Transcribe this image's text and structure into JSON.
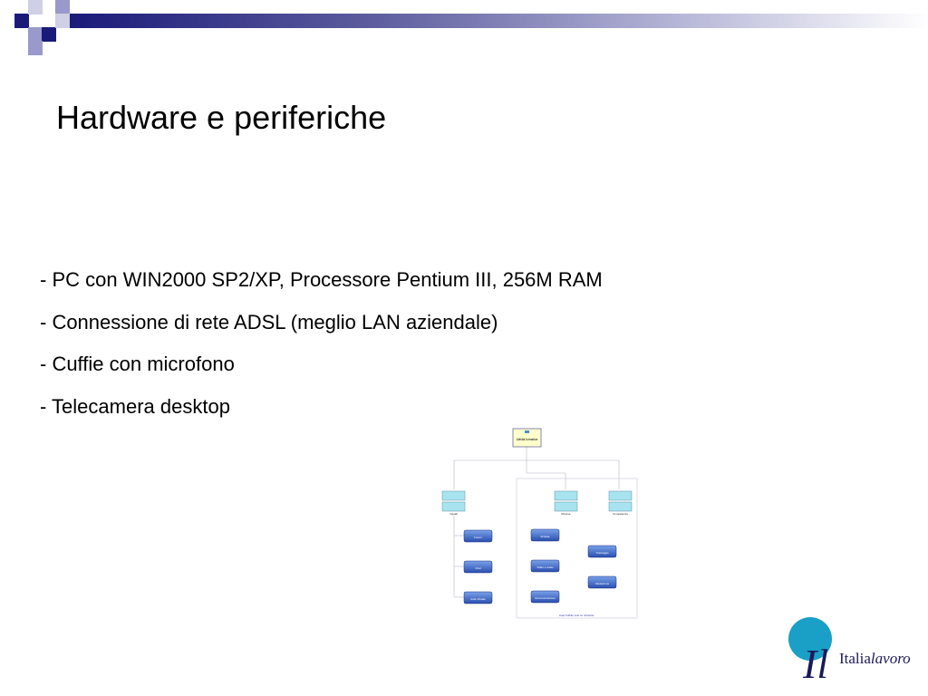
{
  "slide": {
    "title": "Hardware e periferiche",
    "bullets": [
      "- PC con WIN2000 SP2/XP, Processore Pentium III, 256M RAM",
      "- Connessione di rete ADSL (meglio LAN aziendale)",
      "- Cuffie con microfono",
      "- Telecamera desktop"
    ]
  },
  "colors": {
    "navy": "#1a1a7a",
    "lavender": "#9999cc",
    "teal_logo": "#1a9fc6"
  },
  "diagram": {
    "root": {
      "icon": "folder-icon",
      "label": "Attività formativa"
    },
    "groups": [
      {
        "label": "Canali"
      },
      {
        "label": "Risorse"
      },
      {
        "label": "Competenze"
      }
    ],
    "canali_items": [
      {
        "icon": "node-icon",
        "label": "Forum"
      },
      {
        "icon": "node-icon",
        "label": "Chat"
      },
      {
        "icon": "node-icon",
        "label": "Aula virtuale"
      }
    ],
    "risorse_items": [
      {
        "icon": "node-icon",
        "label": "Schede"
      },
      {
        "icon": "node-icon",
        "label": "Video e audio"
      },
      {
        "icon": "node-icon",
        "label": "Documentazione"
      }
    ],
    "competenze_items": [
      {
        "icon": "node-icon",
        "label": "Tutoraggio"
      },
      {
        "icon": "node-icon",
        "label": "Valutazione"
      }
    ],
    "footer": "Area fruibile solo su richiesta"
  },
  "logo": {
    "monogram": "Il",
    "brand_regular": "Italia",
    "brand_italic": "lavoro"
  }
}
